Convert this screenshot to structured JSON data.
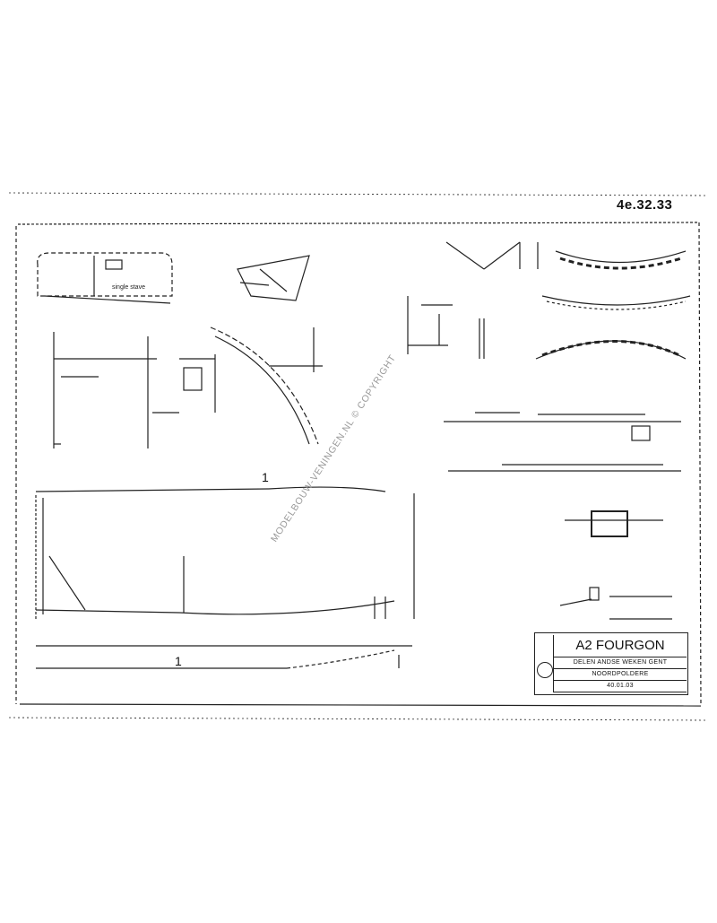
{
  "sheet": {
    "reference_number": "4e.32.33",
    "watermark": "MODELBOUW-VENINGEN.NL © COPYRIGHT"
  },
  "title_block": {
    "title": "A2 FOURGON",
    "line_1": "DELEN ANDSE WEKEN GENT",
    "line_2": "NOORDPOLDERE",
    "line_3": "40.01.03"
  },
  "drawing": {
    "big_label_1": "1",
    "big_label_2": "1",
    "detail_label": "single stave"
  }
}
